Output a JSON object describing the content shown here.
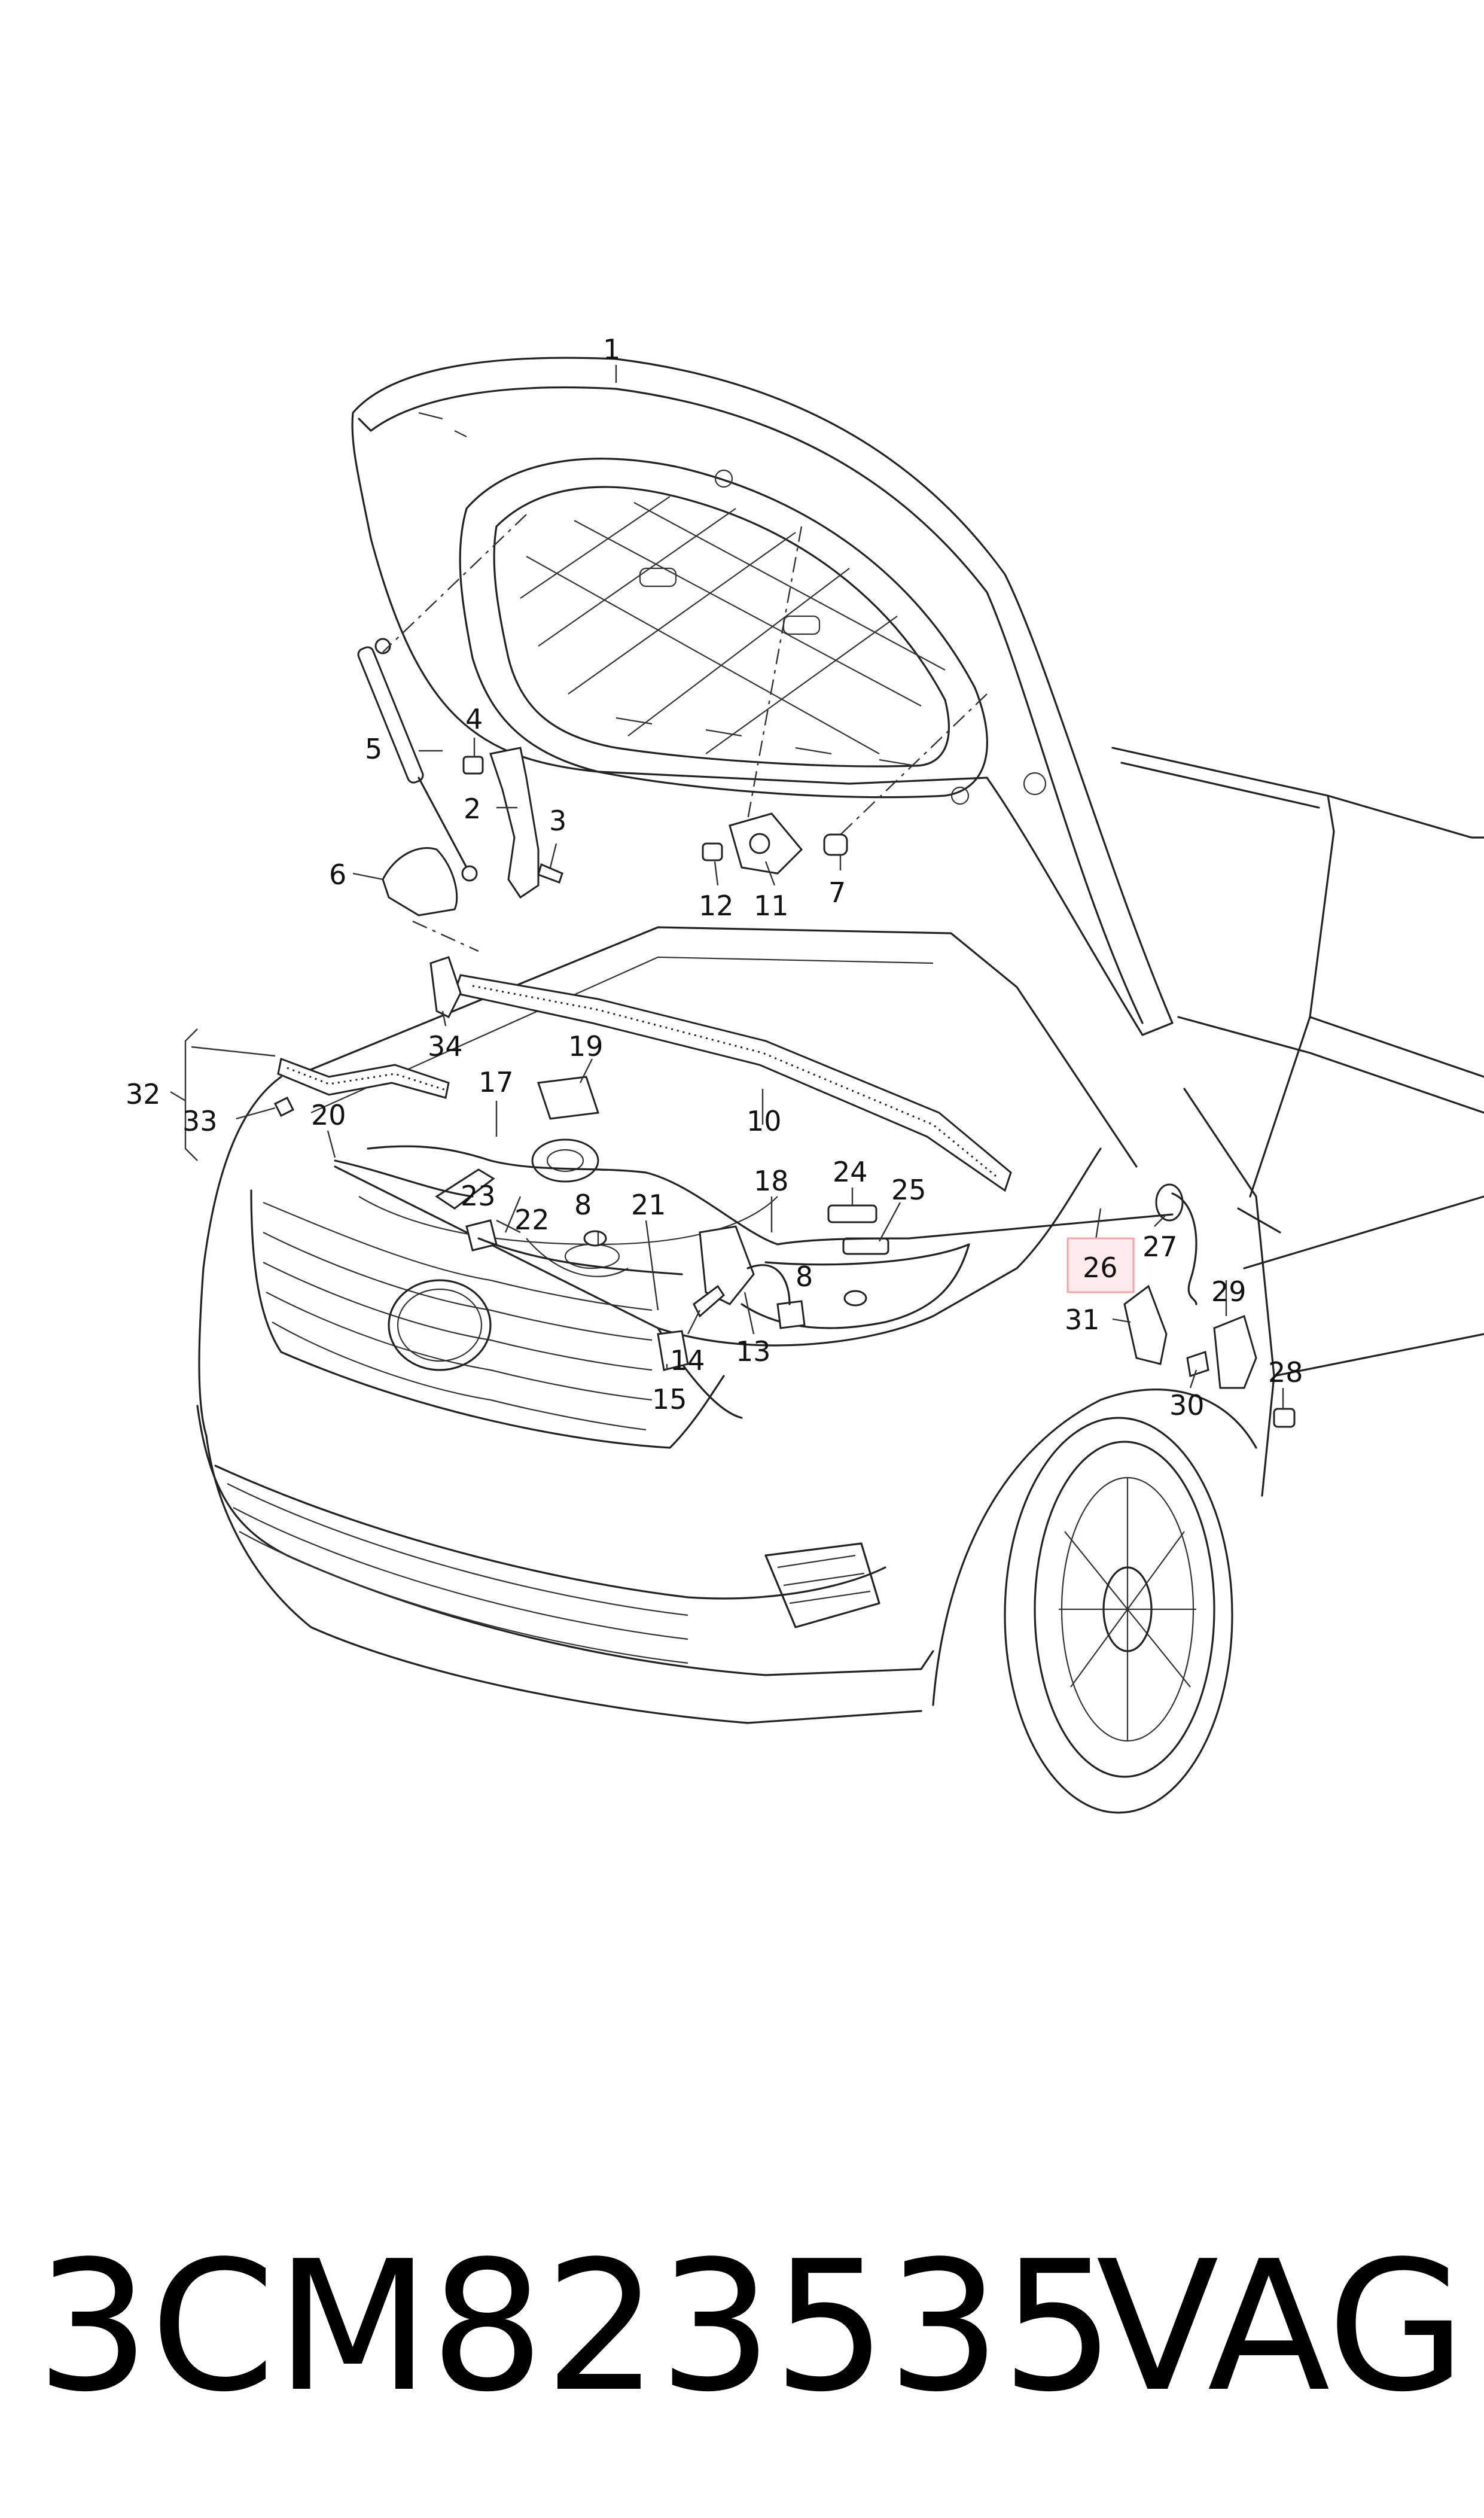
{
  "diagram": {
    "labels": [
      "1",
      "2",
      "3",
      "4",
      "5",
      "6",
      "7",
      "8",
      "10",
      "11",
      "12",
      "13",
      "14",
      "15",
      "17",
      "18",
      "19",
      "20",
      "21",
      "22",
      "23",
      "24",
      "25",
      "26",
      "27",
      "28",
      "29",
      "30",
      "31",
      "32",
      "33",
      "34"
    ],
    "highlight_label": "26",
    "highlight_color": "#f4a6a6"
  },
  "footer": {
    "part_number": "3CM823535",
    "brand": "VAG"
  }
}
